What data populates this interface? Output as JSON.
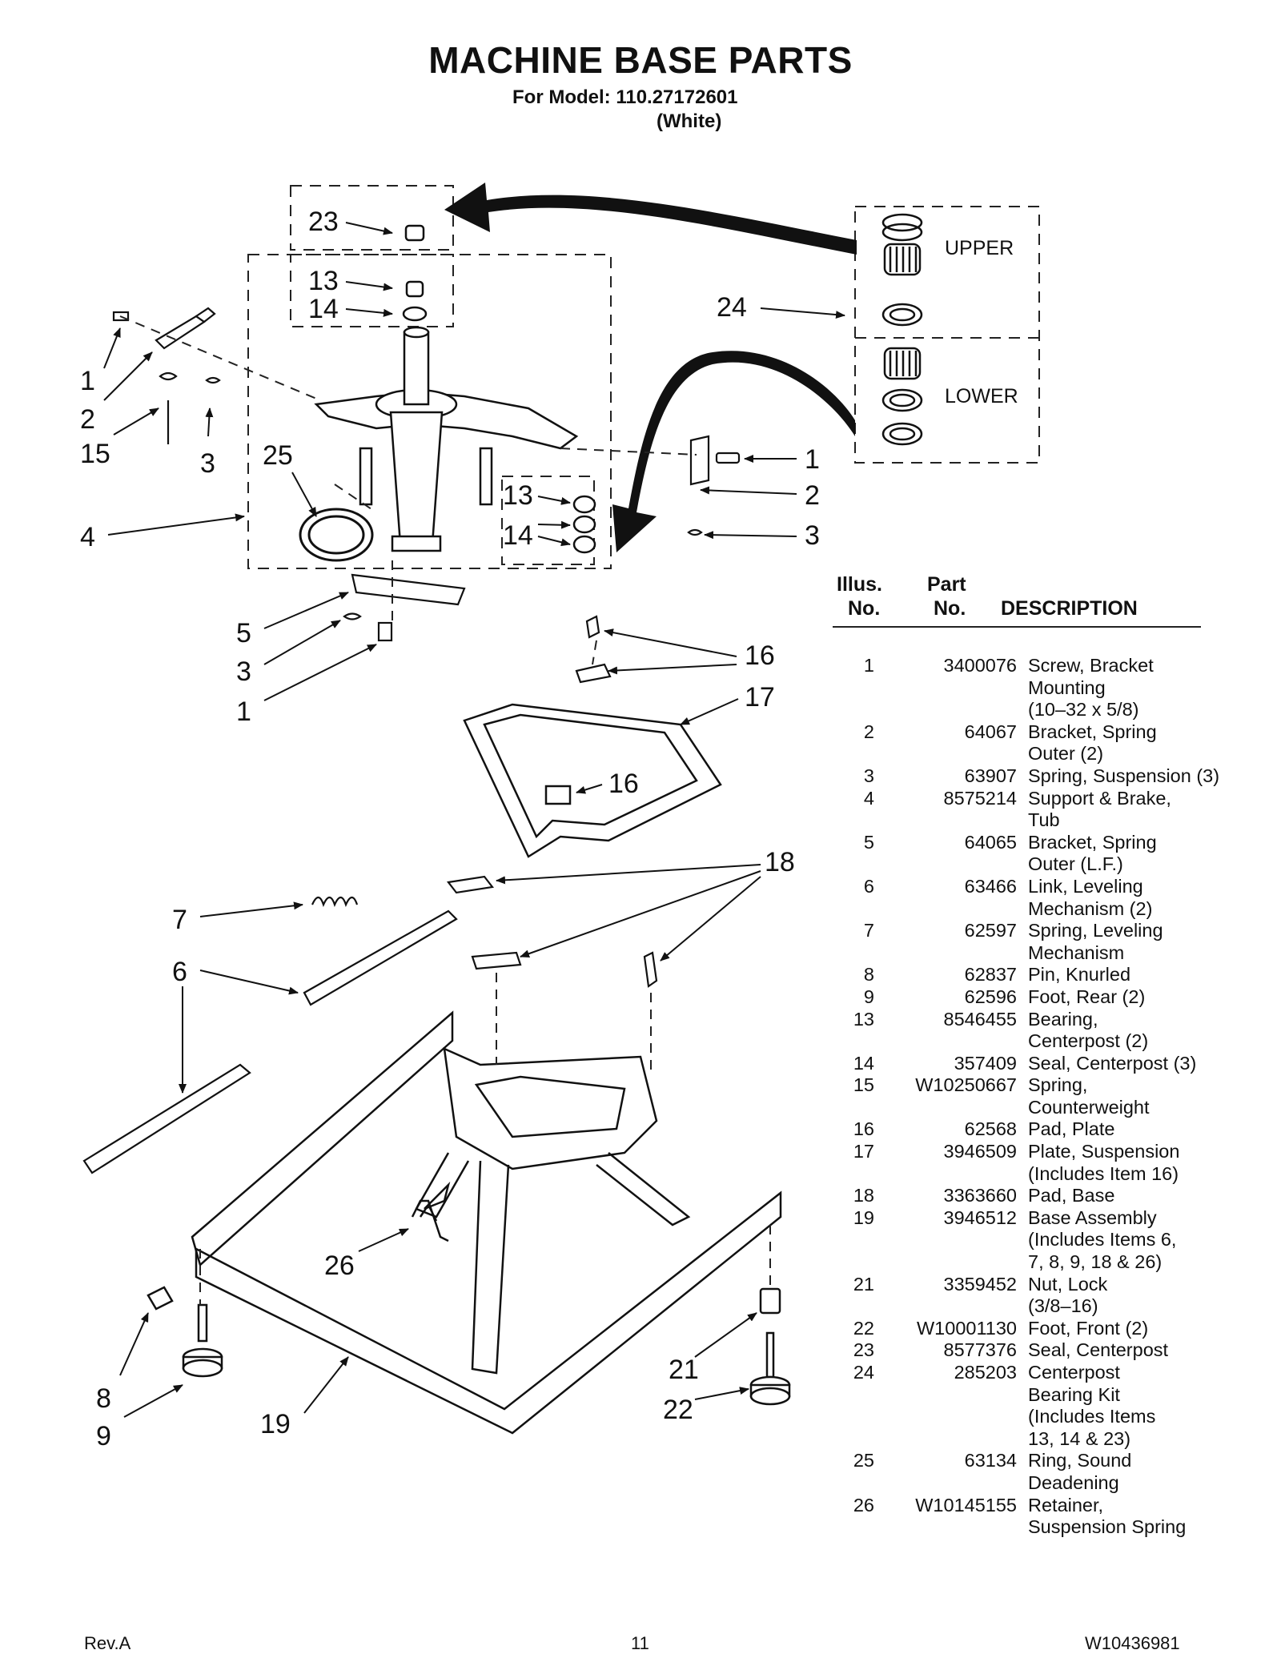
{
  "header": {
    "title": "MACHINE BASE PARTS",
    "model_line": "For Model: 110.27172601",
    "color_line": "(White)"
  },
  "diagram": {
    "callouts": {
      "c23": "23",
      "c13a": "13",
      "c14a": "14",
      "c24": "24",
      "c1a": "1",
      "c2a": "2",
      "c15": "15",
      "c3a": "3",
      "c25": "25",
      "c4": "4",
      "c13b": "13",
      "c14b": "14",
      "c1b": "1",
      "c2b": "2",
      "c3b": "3",
      "c5": "5",
      "c3c": "3",
      "c1c": "1",
      "c16a": "16",
      "c17": "17",
      "c16b": "16",
      "c18": "18",
      "c7": "7",
      "c6": "6",
      "c26": "26",
      "c8": "8",
      "c9": "9",
      "c19": "19",
      "c21": "21",
      "c22": "22"
    },
    "kit_upper": "UPPER",
    "kit_lower": "LOWER"
  },
  "table": {
    "head_illus_1": "Illus.",
    "head_illus_2": "No.",
    "head_part_1": "Part",
    "head_part_2": "No.",
    "head_desc": "DESCRIPTION",
    "rows": [
      {
        "illus": "1",
        "part": "3400076",
        "lines": [
          "Screw, Bracket",
          "Mounting",
          "(10–32 x 5/8)"
        ]
      },
      {
        "illus": "2",
        "part": "64067",
        "lines": [
          "Bracket, Spring",
          "Outer (2)"
        ]
      },
      {
        "illus": "3",
        "part": "63907",
        "lines": [
          "Spring, Suspension (3)"
        ]
      },
      {
        "illus": "4",
        "part": "8575214",
        "lines": [
          "Support & Brake,",
          "Tub"
        ]
      },
      {
        "illus": "5",
        "part": "64065",
        "lines": [
          "Bracket, Spring",
          "Outer (L.F.)"
        ]
      },
      {
        "illus": "6",
        "part": "63466",
        "lines": [
          "Link, Leveling",
          "Mechanism (2)"
        ]
      },
      {
        "illus": "7",
        "part": "62597",
        "lines": [
          "Spring, Leveling",
          "Mechanism"
        ]
      },
      {
        "illus": "8",
        "part": "62837",
        "lines": [
          "Pin, Knurled"
        ]
      },
      {
        "illus": "9",
        "part": "62596",
        "lines": [
          "Foot, Rear (2)"
        ]
      },
      {
        "illus": "13",
        "part": "8546455",
        "lines": [
          "Bearing,",
          "Centerpost (2)"
        ]
      },
      {
        "illus": "14",
        "part": "357409",
        "lines": [
          "Seal, Centerpost (3)"
        ]
      },
      {
        "illus": "15",
        "part": "W10250667",
        "lines": [
          "Spring,",
          "Counterweight"
        ]
      },
      {
        "illus": "16",
        "part": "62568",
        "lines": [
          "Pad, Plate"
        ]
      },
      {
        "illus": "17",
        "part": "3946509",
        "lines": [
          "Plate, Suspension",
          "(Includes Item 16)"
        ]
      },
      {
        "illus": "18",
        "part": "3363660",
        "lines": [
          "Pad, Base"
        ]
      },
      {
        "illus": "19",
        "part": "3946512",
        "lines": [
          "Base Assembly",
          "(Includes Items 6,",
          "7, 8, 9, 18 & 26)"
        ]
      },
      {
        "illus": "21",
        "part": "3359452",
        "lines": [
          "Nut, Lock",
          "(3/8–16)"
        ]
      },
      {
        "illus": "22",
        "part": "W10001130",
        "lines": [
          "Foot, Front (2)"
        ]
      },
      {
        "illus": "23",
        "part": "8577376",
        "lines": [
          "Seal, Centerpost"
        ]
      },
      {
        "illus": "24",
        "part": "285203",
        "lines": [
          "Centerpost",
          "Bearing Kit",
          "(Includes Items",
          "13, 14 & 23)"
        ]
      },
      {
        "illus": "25",
        "part": "63134",
        "lines": [
          "Ring, Sound",
          "Deadening"
        ]
      },
      {
        "illus": "26",
        "part": "W10145155",
        "lines": [
          "Retainer,",
          "Suspension Spring"
        ]
      }
    ]
  },
  "footer": {
    "rev": "Rev.A",
    "page": "11",
    "doc_number": "W10436981"
  }
}
